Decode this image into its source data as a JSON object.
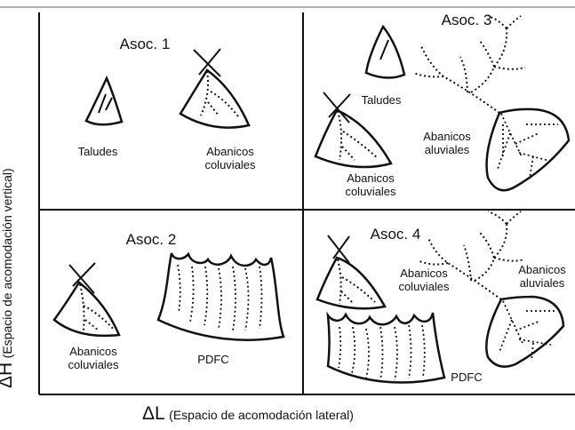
{
  "axes": {
    "x_symbol": "ΔL",
    "x_label": "(Espacio de acomodación lateral)",
    "y_symbol": "ΔH",
    "y_label": "(Espacio de acomodación vertical)"
  },
  "panels": [
    {
      "title": "Asoc. 1",
      "labels": [
        "Taludes",
        "Abanicos coluviales"
      ]
    },
    {
      "title": "Asoc. 2",
      "labels": [
        "Abanicos coluviales",
        "PDFC"
      ]
    },
    {
      "title": "Asoc. 3",
      "labels": [
        "Taludes",
        "Abanicos aluviales",
        "Abanicos coluviales"
      ]
    },
    {
      "title": "Asoc. 4",
      "labels": [
        "Abanicos coluviales",
        "Abanicos aluviales",
        "PDFC"
      ]
    }
  ]
}
